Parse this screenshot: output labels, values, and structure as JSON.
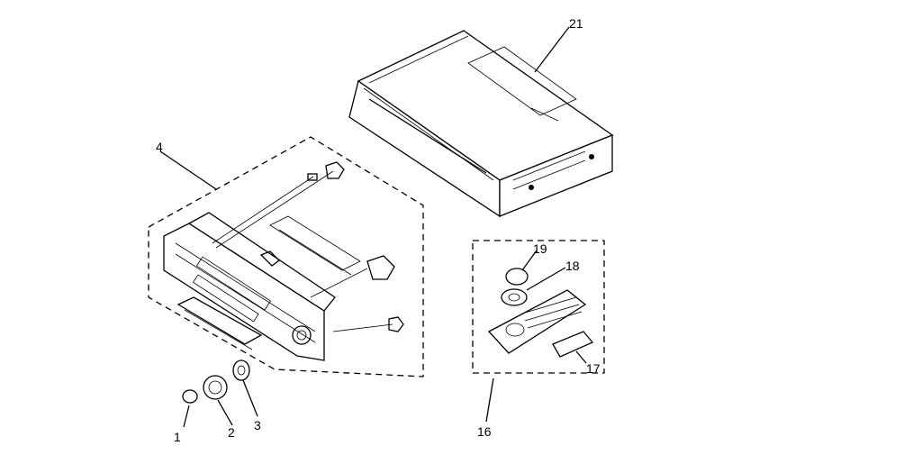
{
  "diagram": {
    "callouts": {
      "p1": "1",
      "p2": "2",
      "p3": "3",
      "p4": "4",
      "p16": "16",
      "p17": "17",
      "p18": "18",
      "p19": "19",
      "p21": "21"
    }
  }
}
